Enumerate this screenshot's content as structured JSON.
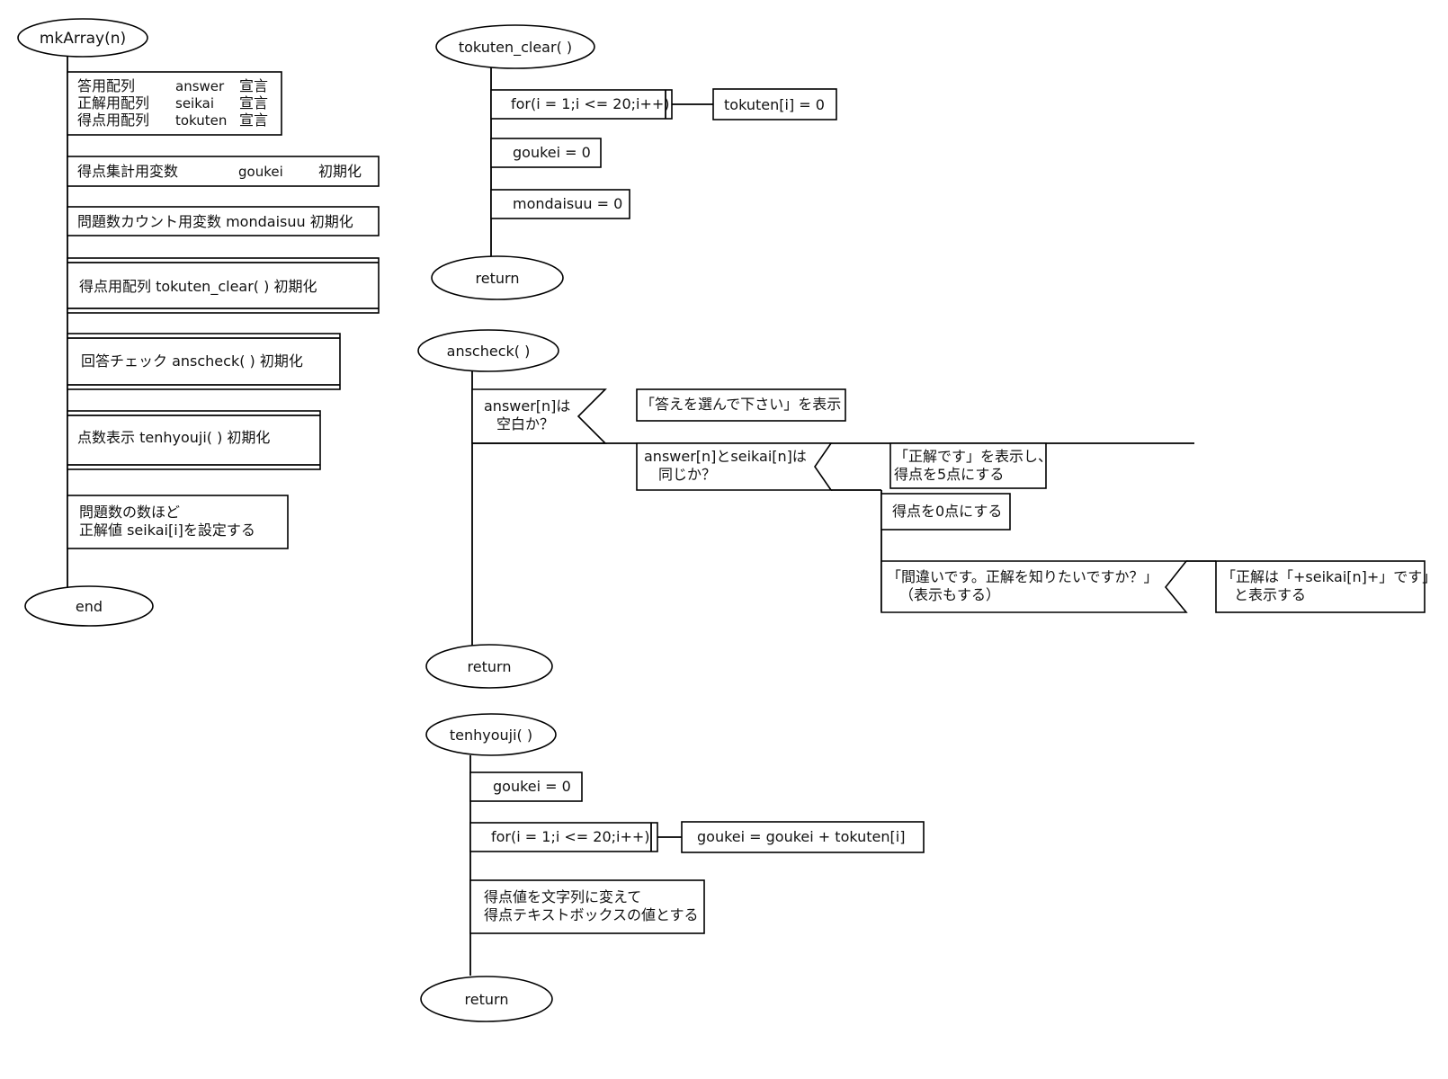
{
  "mkarray": {
    "title": "mkArray(n)",
    "box1": [
      "答用配列",
      "answer",
      "宣言",
      "正解用配列",
      "seikai",
      "宣言",
      "得点用配列",
      "tokuten",
      "宣言"
    ],
    "box2": [
      "得点集計用変数",
      "goukei",
      "初期化"
    ],
    "box3": "問題数カウント用変数 mondaisuu 初期化",
    "box4": "得点用配列 tokuten_clear( ) 初期化",
    "box5": "回答チェック anscheck( ) 初期化",
    "box6": "点数表示 tenhyouji( ) 初期化",
    "box7": [
      "問題数の数ほど",
      "正解値 seikai[i]を設定する"
    ],
    "end": "end"
  },
  "tokuten_clear": {
    "title": "tokuten_clear( )",
    "loop": "for(i = 1;i <= 20;i++)",
    "loop_body": "tokuten[i] = 0",
    "step2": "goukei = 0",
    "step3": "mondaisuu = 0",
    "return": "return"
  },
  "anscheck": {
    "title": "anscheck( )",
    "cond1": [
      "answer[n]は",
      "空白か？"
    ],
    "cond1_yes": "「答えを選んで下さい」を表示",
    "cond2": [
      "answer[n]とseikai[n]は",
      "同じか？"
    ],
    "cond2_yes": [
      "「正解です」を表示し、",
      "得点を5点にする"
    ],
    "cond2_no": "得点を0点にする",
    "cond3": [
      "「間違いです。正解を知りたいですか？」",
      "（表示もする）"
    ],
    "cond3_yes": [
      "「正解は「+seikai[n]+」です」",
      "と表示する"
    ],
    "return": "return"
  },
  "tenhyouji": {
    "title": "tenhyouji( )",
    "step1": "goukei = 0",
    "loop": "for(i = 1;i <= 20;i++)",
    "loop_body": "goukei = goukei + tokuten[i]",
    "step3": [
      "得点値を文字列に変えて",
      "得点テキストボックスの値とする"
    ],
    "return": "return"
  }
}
